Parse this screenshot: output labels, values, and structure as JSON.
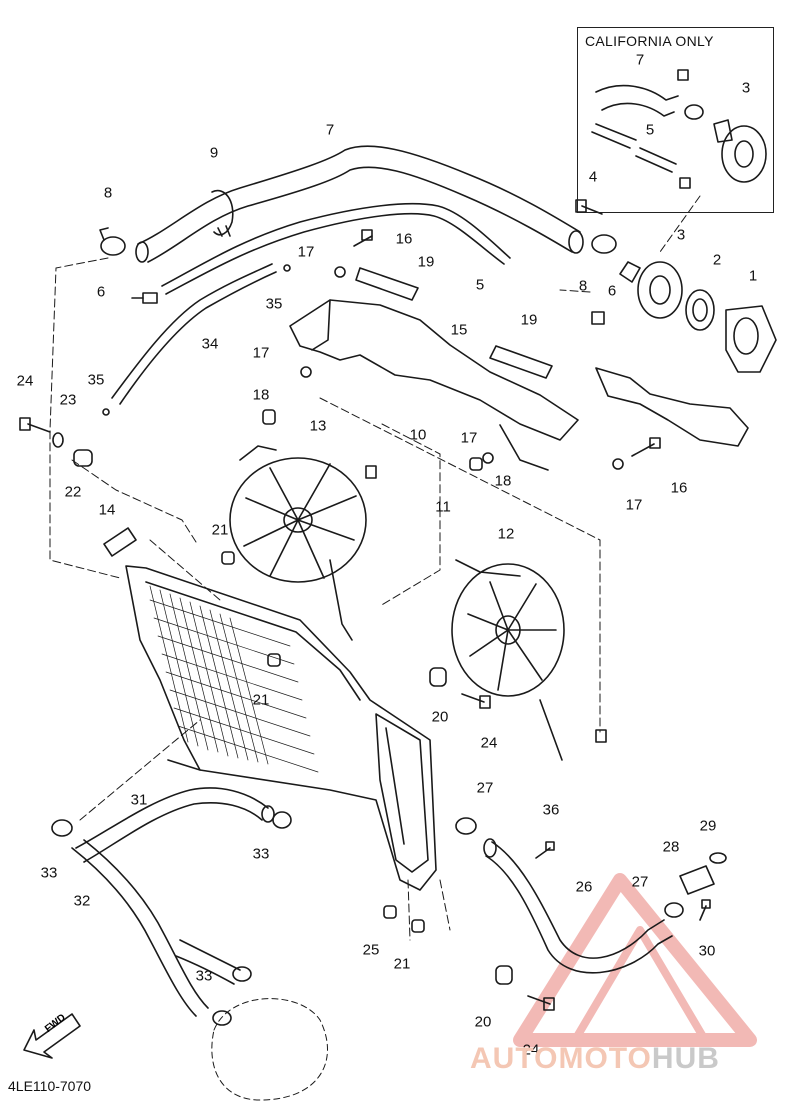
{
  "header": {
    "california_label": "CALIFORNIA ONLY"
  },
  "footer": {
    "diagram_code": "4LE110-7070",
    "fwd_label": "FWD"
  },
  "watermark": {
    "part_a": "AUTOMOTO",
    "part_b": "HUB",
    "color_a": "#f4b9a0",
    "color_b": "#bdbdbd",
    "logo_color": "#e8807a"
  },
  "callouts": [
    "7",
    "3",
    "5",
    "4",
    "8",
    "3",
    "2",
    "1",
    "8",
    "6",
    "6",
    "17",
    "16",
    "19",
    "9",
    "7",
    "5",
    "15",
    "19",
    "35",
    "34",
    "24",
    "35",
    "17",
    "18",
    "23",
    "22",
    "13",
    "10",
    "17",
    "18",
    "17",
    "16",
    "14",
    "11",
    "12",
    "21",
    "21",
    "20",
    "24",
    "31",
    "27",
    "36",
    "29",
    "28",
    "27",
    "33",
    "32",
    "33",
    "26",
    "30",
    "25",
    "21",
    "33",
    "20",
    "24"
  ]
}
